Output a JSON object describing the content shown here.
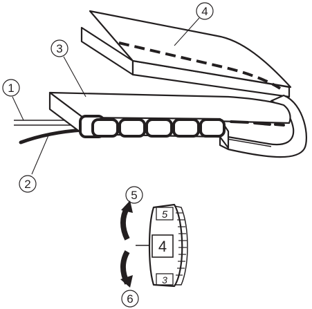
{
  "diagram": {
    "callouts": [
      {
        "id": "callout-1",
        "label": "1"
      },
      {
        "id": "callout-2",
        "label": "2"
      },
      {
        "id": "callout-3",
        "label": "3"
      },
      {
        "id": "callout-4",
        "label": "4"
      },
      {
        "id": "callout-5",
        "label": "5"
      },
      {
        "id": "callout-6",
        "label": "6"
      }
    ],
    "dial": {
      "upper_value": "5",
      "current_value": "4",
      "lower_value": "3"
    }
  },
  "colors": {
    "ink": "#231f20",
    "paper": "#ffffff"
  }
}
